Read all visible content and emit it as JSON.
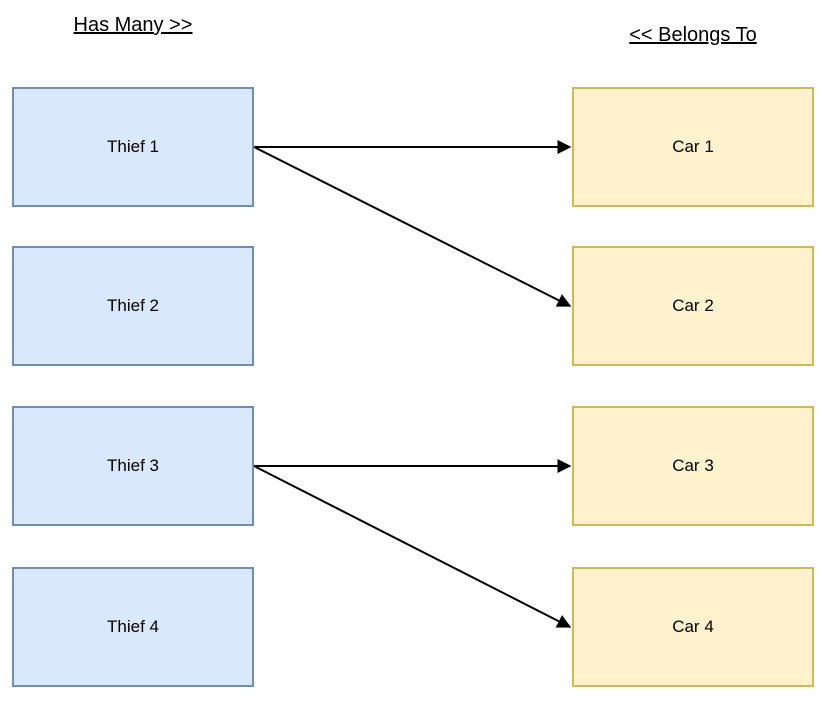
{
  "headers": {
    "left": "Has Many >>",
    "right": "<< Belongs To"
  },
  "colors": {
    "background": "#ffffff",
    "thief_fill": "#dae8fc",
    "thief_border": "#6c8ebf",
    "car_fill": "#fff2cc",
    "car_border": "#d6b656",
    "arrow": "#000000",
    "text": "#000000"
  },
  "thieves": [
    {
      "label": "Thief 1"
    },
    {
      "label": "Thief 2"
    },
    {
      "label": "Thief 3"
    },
    {
      "label": "Thief 4"
    }
  ],
  "cars": [
    {
      "label": "Car 1"
    },
    {
      "label": "Car 2"
    },
    {
      "label": "Car 3"
    },
    {
      "label": "Car 4"
    }
  ],
  "relationships": [
    {
      "from": "Thief 1",
      "to": "Car 1",
      "from_index": 0,
      "to_index": 0
    },
    {
      "from": "Thief 1",
      "to": "Car 2",
      "from_index": 0,
      "to_index": 1
    },
    {
      "from": "Thief 3",
      "to": "Car 3",
      "from_index": 2,
      "to_index": 2
    },
    {
      "from": "Thief 3",
      "to": "Car 4",
      "from_index": 2,
      "to_index": 3
    }
  ]
}
